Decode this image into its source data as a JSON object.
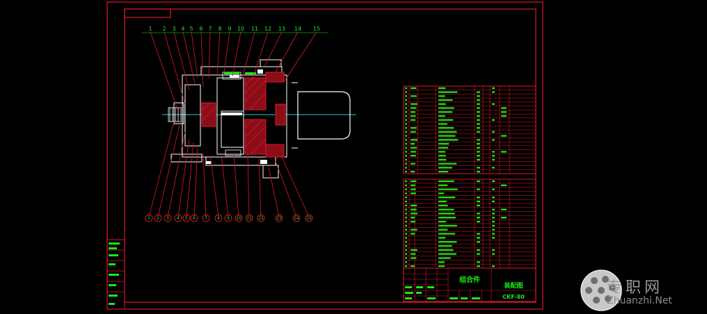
{
  "drawing": {
    "callouts_top": [
      "1",
      "2",
      "3",
      "4",
      "5",
      "6",
      "7",
      "8",
      "9",
      "10",
      "11",
      "12",
      "13",
      "14",
      "15"
    ],
    "callouts_bottom": [
      "1",
      "2",
      "3",
      "4",
      "5",
      "6",
      "7",
      "8",
      "9",
      "10",
      "11",
      "12",
      "13",
      "14",
      "15"
    ],
    "title_block": {
      "name": "组合件",
      "sheet": "装配图",
      "code": "CKF-80"
    }
  },
  "colors": {
    "frame": "#e0182a",
    "text": "#18e818",
    "white": "#ffffff",
    "axis": "#19d0d0"
  },
  "watermark": {
    "text": "专职网",
    "url": "Zhuanzhi.Net"
  }
}
